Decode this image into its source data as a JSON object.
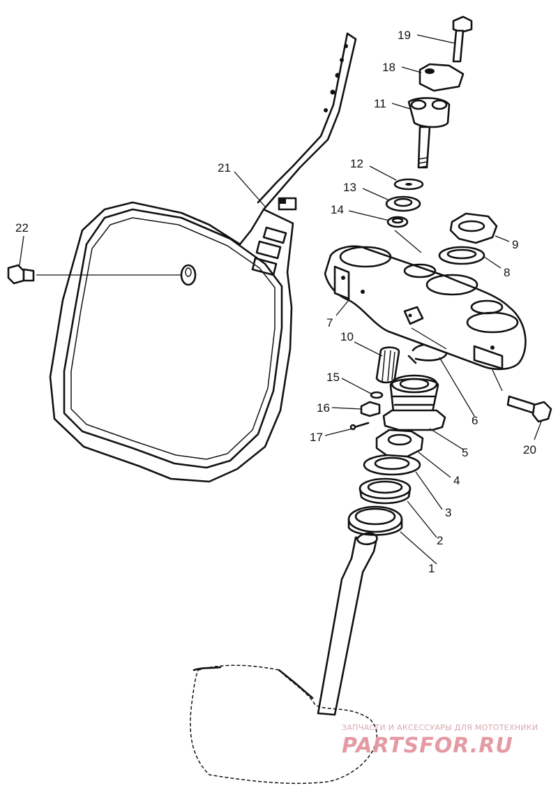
{
  "diagram": {
    "part_labels": [
      "1",
      "2",
      "3",
      "4",
      "5",
      "6",
      "7",
      "8",
      "9",
      "10",
      "11",
      "12",
      "13",
      "14",
      "15",
      "16",
      "17",
      "18",
      "19",
      "20",
      "21",
      "22"
    ]
  },
  "watermark": {
    "tagline": "ЗАПЧАСТИ И АКСЕССУАРЫ ДЛЯ МОТОТЕХНИКИ",
    "logo": "PARTSFOR.RU"
  }
}
